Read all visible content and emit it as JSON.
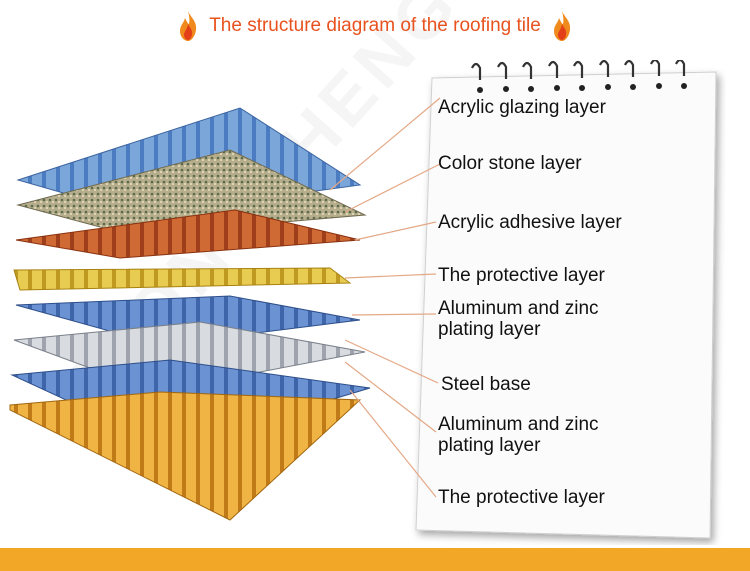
{
  "title": "The structure diagram of the roofing tile",
  "watermark": "ZHONGSHENG",
  "labels": [
    "Acrylic glazing layer",
    "Color stone layer",
    "Acrylic adhesive layer",
    "The protective layer",
    "Aluminum and zinc plating layer",
    "Steel base",
    "Aluminum and zinc plating layer",
    "The protective layer"
  ],
  "colors": {
    "title": "#e8521e",
    "leader_line": "#e0a080",
    "bottom_bar": "#f3a726",
    "acrylic_glazing": "#6f9fd4",
    "color_stone": "#a8a080",
    "acrylic_adhesive": "#c85a2a",
    "protective_top": "#e2c23c",
    "aluminum_zinc": "#5f85c8",
    "steel_base": "#c9ccd2",
    "protective_bottom": "#e8a535"
  },
  "icons": [
    "flame-icon"
  ]
}
